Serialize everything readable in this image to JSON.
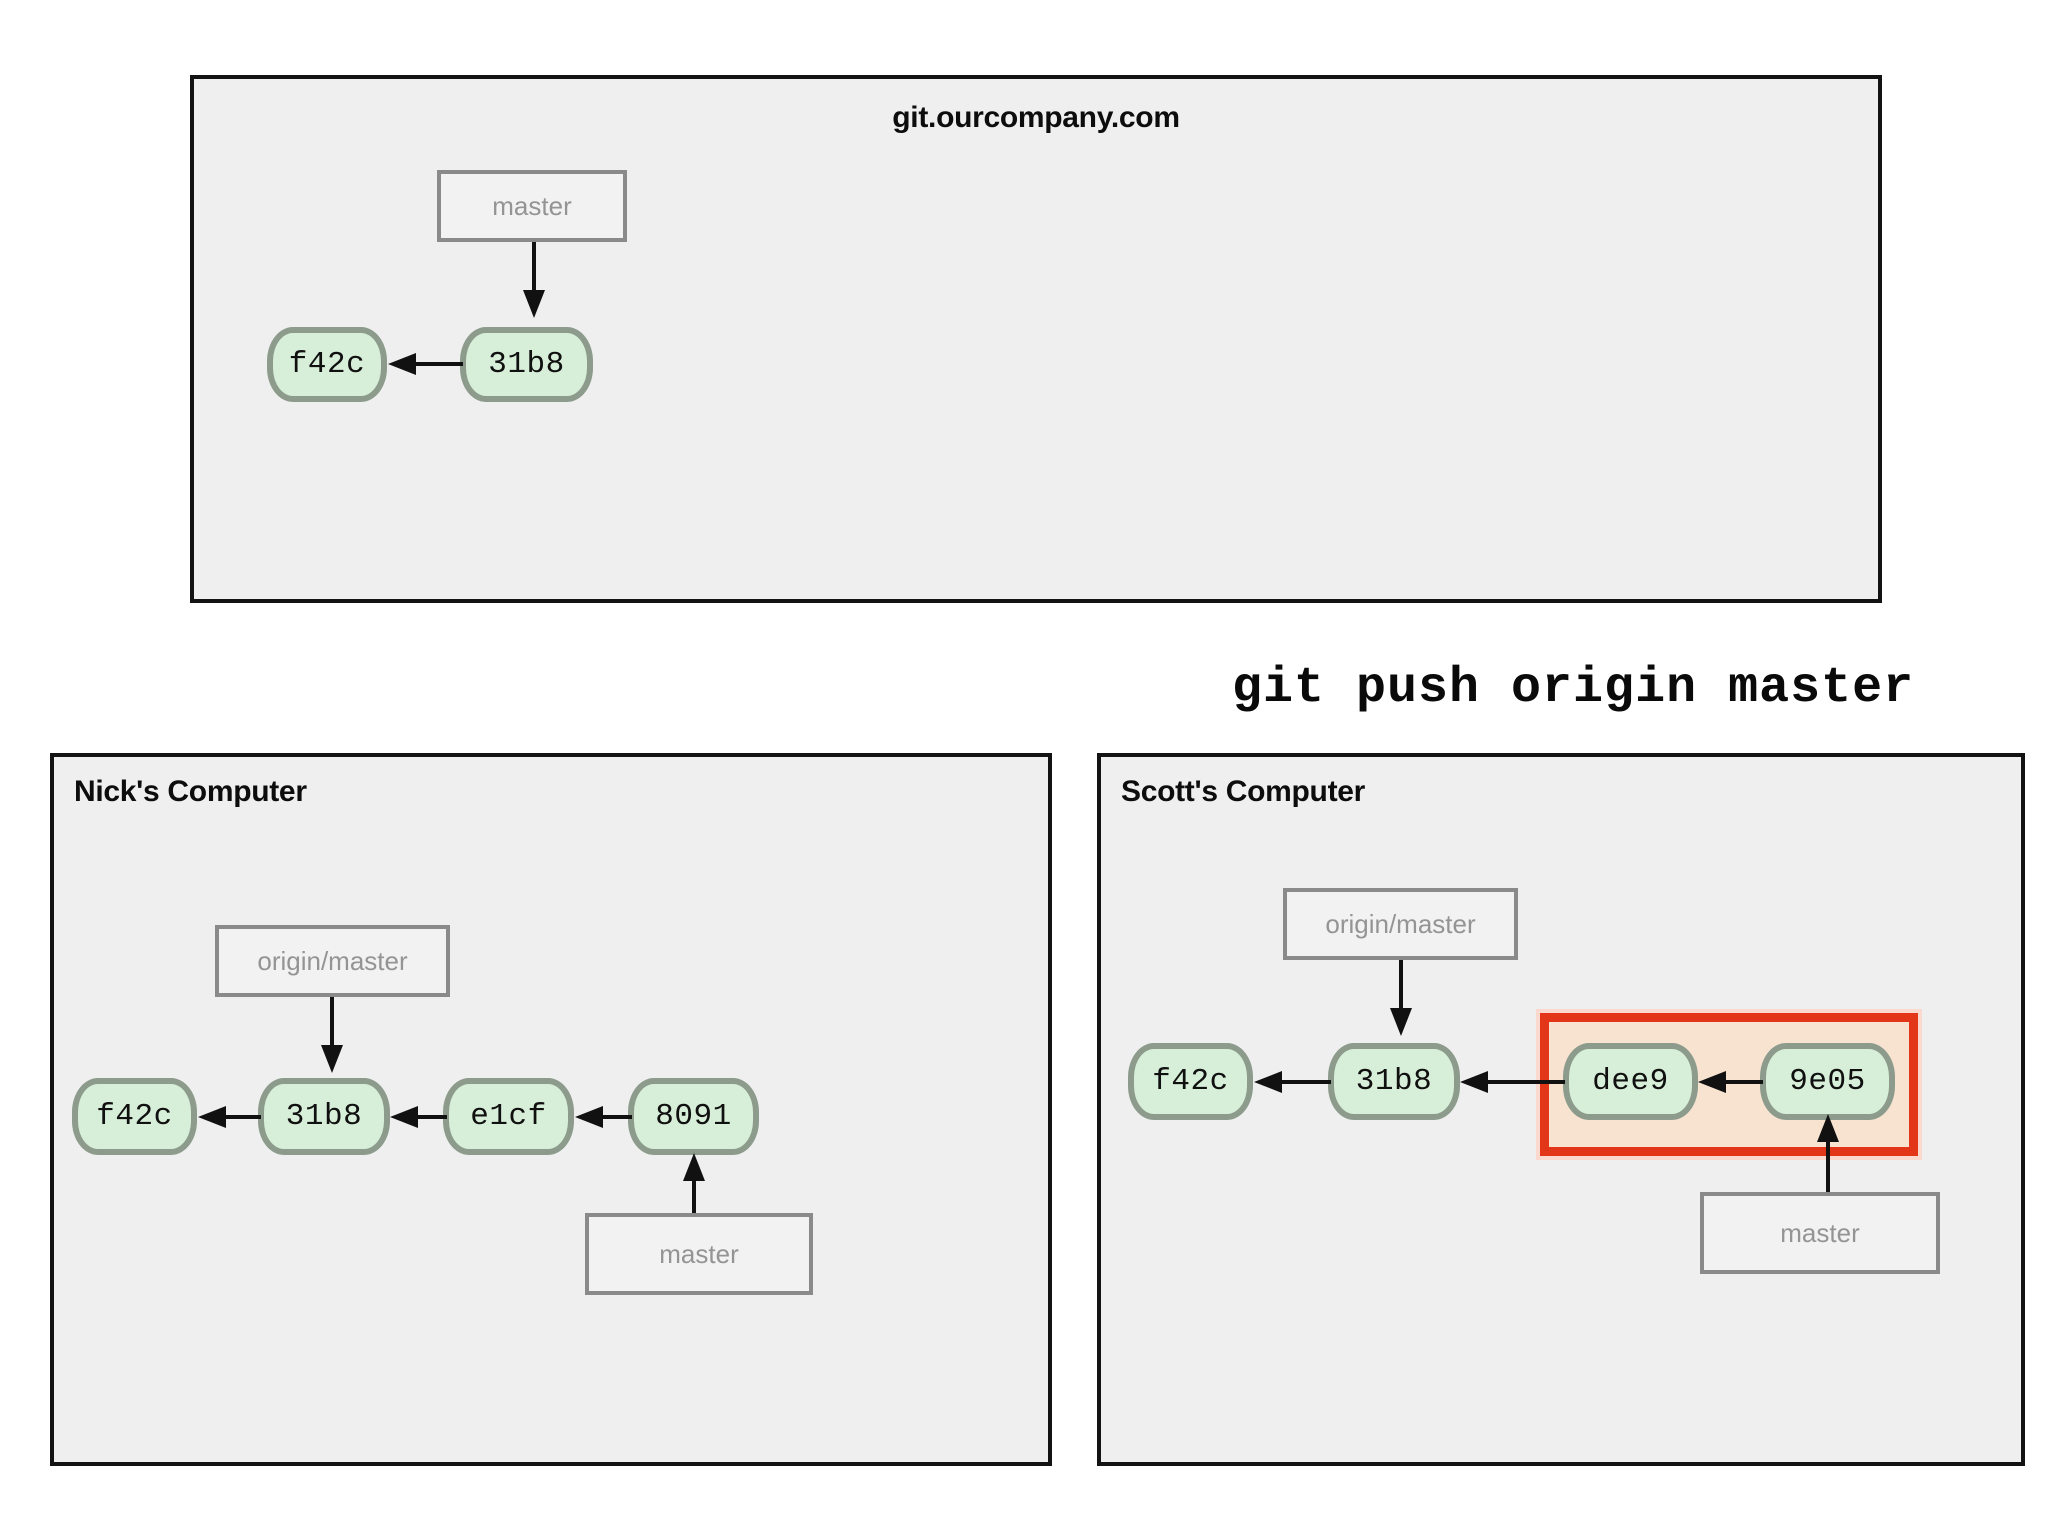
{
  "diagram": {
    "title": "git push origin master",
    "type": "git-branching-diagram"
  },
  "command": {
    "text": "git push origin master"
  },
  "panels": {
    "server": {
      "title": "git.ourcompany.com",
      "commits": [
        {
          "id": "f42c"
        },
        {
          "id": "31b8"
        }
      ],
      "branch_labels": [
        {
          "name": "master",
          "points_to": "31b8"
        }
      ]
    },
    "nick": {
      "title": "Nick's Computer",
      "commits": [
        {
          "id": "f42c"
        },
        {
          "id": "31b8"
        },
        {
          "id": "e1cf"
        },
        {
          "id": "8091"
        }
      ],
      "branch_labels": [
        {
          "name": "origin/master",
          "points_to": "31b8"
        },
        {
          "name": "master",
          "points_to": "8091"
        }
      ]
    },
    "scott": {
      "title": "Scott's Computer",
      "commits": [
        {
          "id": "f42c"
        },
        {
          "id": "31b8"
        },
        {
          "id": "dee9",
          "highlighted": true
        },
        {
          "id": "9e05",
          "highlighted": true
        }
      ],
      "branch_labels": [
        {
          "name": "origin/master",
          "points_to": "31b8"
        },
        {
          "name": "master",
          "points_to": "9e05"
        }
      ],
      "highlight": {
        "commits": [
          "dee9",
          "9e05"
        ],
        "border_color": "#e33517",
        "fill_color": "#f7e3d0"
      }
    }
  },
  "colors": {
    "page_background": "#ffffff",
    "panel_background": "#efefef",
    "panel_border": "#131313",
    "commit_fill": "#d7efd8",
    "commit_border": "#8c9b8c",
    "label_fill": "#f2f2f2",
    "label_border": "#8a8a8a",
    "label_text": "#949494",
    "arrow": "#111111",
    "highlight_border": "#e33517",
    "highlight_fill": "#f7e3d0"
  }
}
